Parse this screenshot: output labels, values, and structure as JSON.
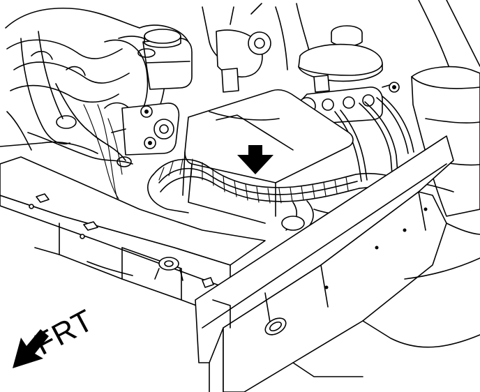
{
  "diagram": {
    "front_label": "FRT",
    "line_color": "#000000",
    "background_color": "#ffffff",
    "arrows": [
      {
        "name": "location-indicator-arrow",
        "direction": "down"
      },
      {
        "name": "front-direction-arrow",
        "direction": "down-left"
      }
    ]
  }
}
